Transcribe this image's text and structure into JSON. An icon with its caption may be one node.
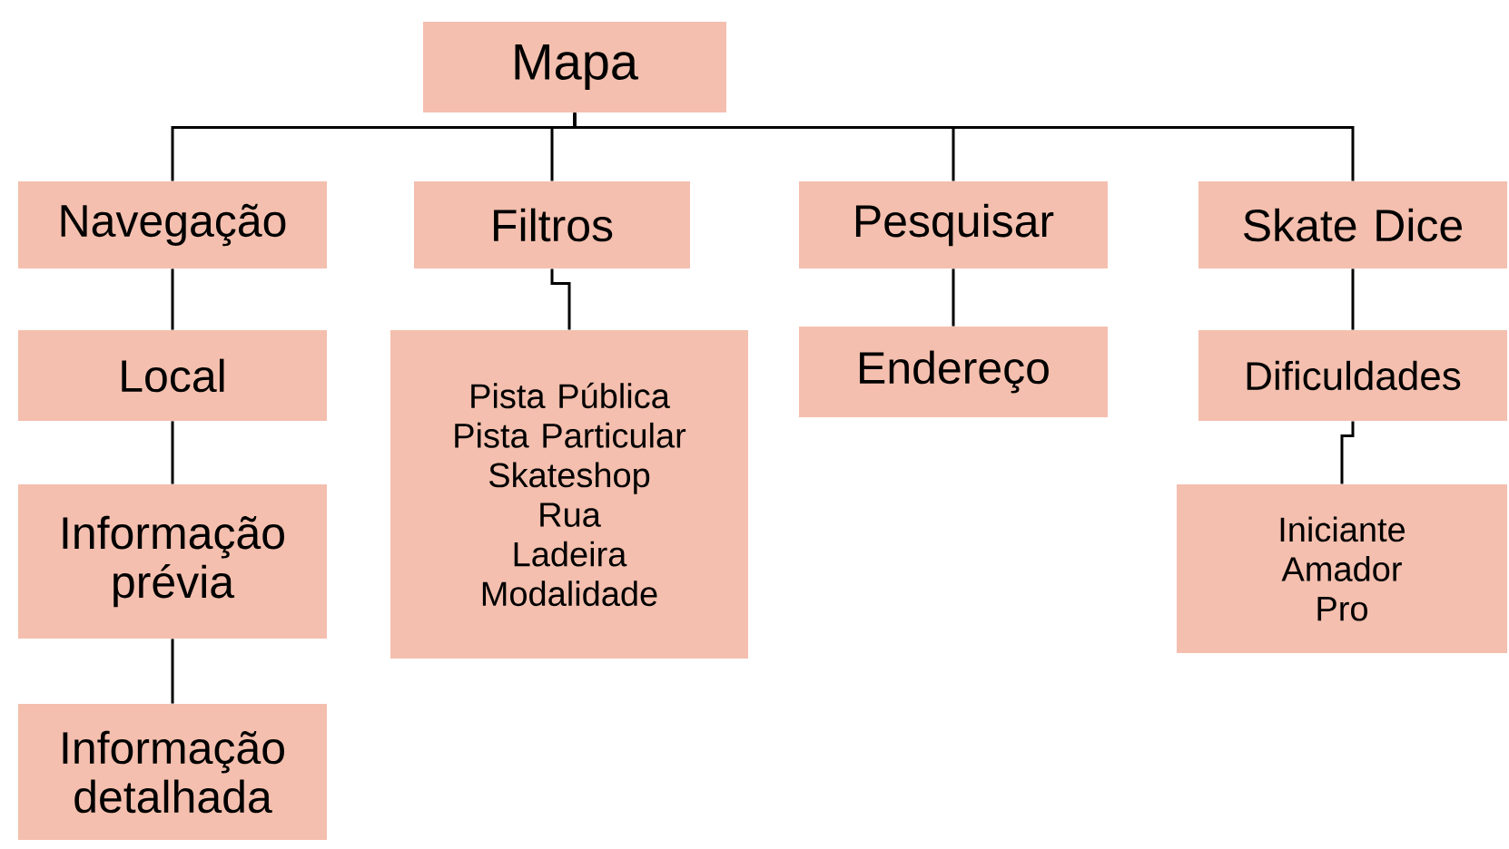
{
  "diagram": {
    "nodes": [
      {
        "text": [
          "Mapa"
        ]
      },
      {
        "text": [
          "Navegação"
        ]
      },
      {
        "text": [
          "Filtros"
        ]
      },
      {
        "text": [
          "Pesquisar"
        ]
      },
      {
        "text": [
          "Skate Dice"
        ]
      },
      {
        "text": [
          "Local"
        ]
      },
      {
        "text": [
          "Informação prévia"
        ]
      },
      {
        "text": [
          "Informação detalhada"
        ]
      },
      {
        "text": [
          "Pista Pública",
          "Pista Particular",
          "Skateshop",
          "Rua",
          "Ladeira",
          "Modalidade"
        ]
      },
      {
        "text": [
          "Endereço"
        ]
      },
      {
        "text": [
          "Dificuldades"
        ]
      },
      {
        "text": [
          "Iniciante",
          "Amador",
          "Pro"
        ]
      }
    ],
    "edges": [
      {
        "from": 0,
        "to": 1,
        "arrow": "none"
      },
      {
        "from": 0,
        "to": 2,
        "arrow": "none"
      },
      {
        "from": 0,
        "to": 3,
        "arrow": "none"
      },
      {
        "from": 0,
        "to": 4,
        "arrow": "none"
      },
      {
        "from": 1,
        "to": 5,
        "arrow": "none"
      },
      {
        "from": 5,
        "to": 6,
        "arrow": "none"
      },
      {
        "from": 6,
        "to": 7,
        "arrow": "none"
      },
      {
        "from": 2,
        "to": 8,
        "arrow": "none"
      },
      {
        "from": 3,
        "to": 9,
        "arrow": "none"
      },
      {
        "from": 4,
        "to": 10,
        "arrow": "none"
      },
      {
        "from": 10,
        "to": 11,
        "arrow": "none"
      }
    ]
  }
}
